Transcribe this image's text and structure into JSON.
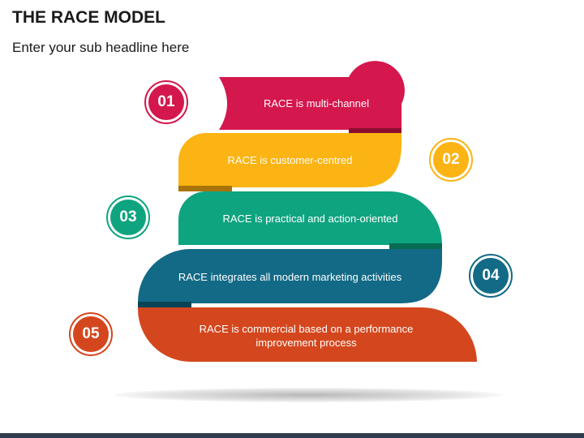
{
  "header": {
    "title": "THE RACE MODEL",
    "subtitle": "Enter your sub headline here"
  },
  "steps": [
    {
      "number": "01",
      "text": "RACE is multi-channel",
      "color": "#d4174d",
      "dark": "#8c0d30"
    },
    {
      "number": "02",
      "text": "RACE is customer-centred",
      "color": "#fbb413",
      "dark": "#a8740a"
    },
    {
      "number": "03",
      "text": "RACE is practical and action-oriented",
      "color": "#0ea480",
      "dark": "#086b53"
    },
    {
      "number": "04",
      "text": "RACE integrates all modern marketing activities",
      "color": "#126a86",
      "dark": "#0a4356"
    },
    {
      "number": "05",
      "text": "RACE is commercial based on a performance improvement process",
      "color": "#d4471e",
      "dark": "#8a2c10"
    }
  ]
}
